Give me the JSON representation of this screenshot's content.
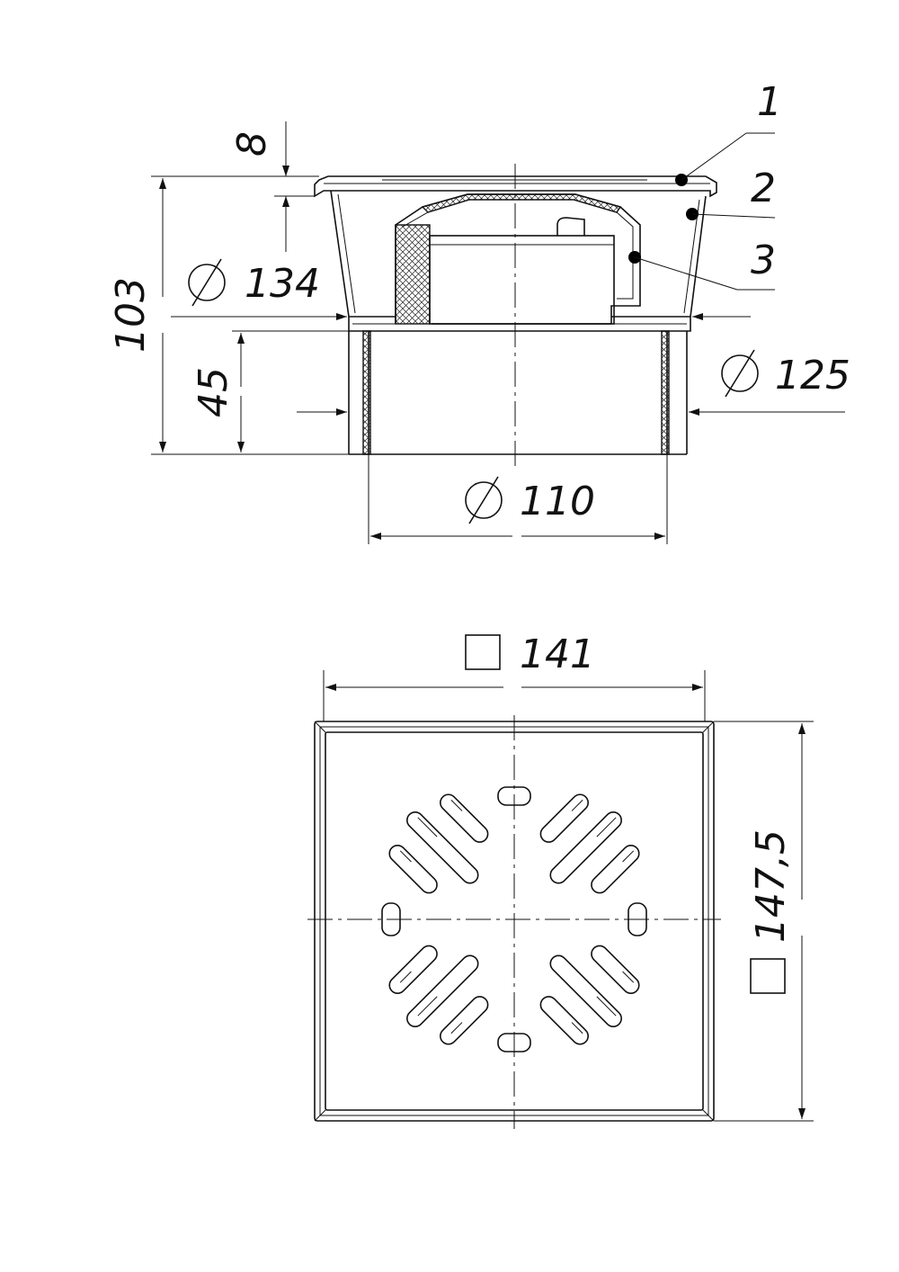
{
  "side_view": {
    "dimensions": {
      "height_total": "103",
      "flange_thickness": "8",
      "body_diameter": "134",
      "spigot_height": "45",
      "outer_diameter": "125",
      "pipe_diameter": "110"
    },
    "callouts": [
      "1",
      "2",
      "3"
    ]
  },
  "top_view": {
    "dimensions": {
      "width": "141",
      "height": "147,5"
    }
  },
  "colors": {
    "line": "#111111",
    "background": "#ffffff"
  }
}
